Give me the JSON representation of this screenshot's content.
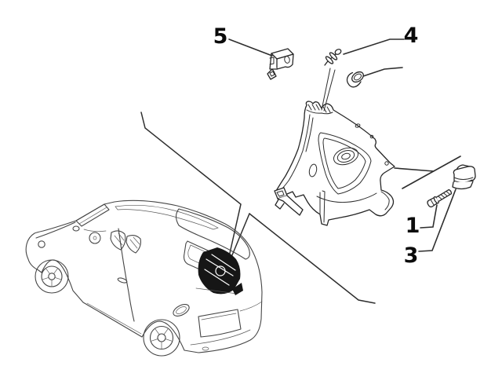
{
  "figure": {
    "type": "exploded-parts-diagram",
    "subject": "rear-quarter-interior-trim-panel",
    "vehicle_art": "fiat-500c-convertible-line-drawing"
  },
  "colors": {
    "background": "#ffffff",
    "line_art": "#464646",
    "part_line": "#262626",
    "leader_line": "#2e2e2e",
    "label": "#0b0b0b",
    "highlight_fill": "#161616"
  },
  "callouts": [
    {
      "label": "5",
      "part": "retaining-clip-bracket"
    },
    {
      "label": "4",
      "part": "push-pin-rivet-and-grommet"
    },
    {
      "label": "1",
      "part": "hex-head-screw"
    },
    {
      "label": "3",
      "part": "clip-nut"
    }
  ]
}
